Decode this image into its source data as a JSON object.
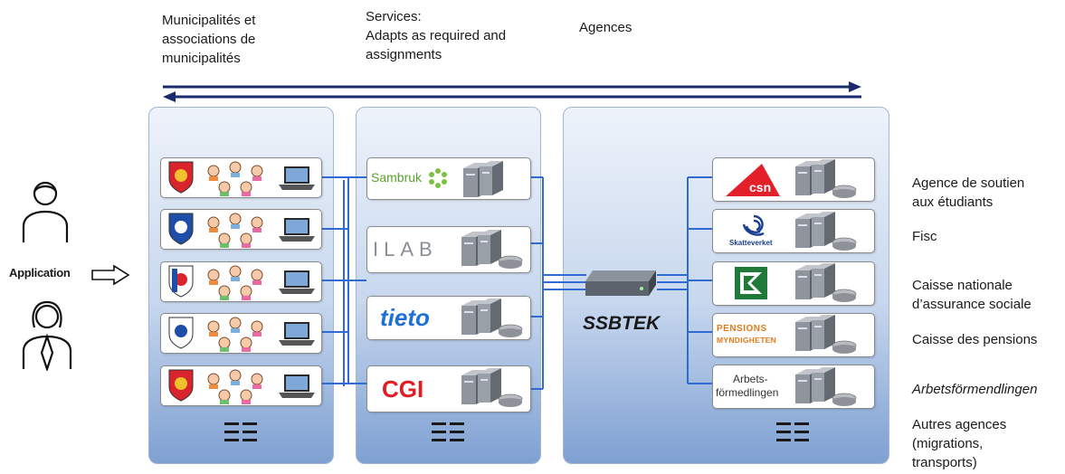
{
  "headers": {
    "municipalities": [
      "Municipalités et",
      "associations de",
      "municipalités"
    ],
    "services": [
      "Services:",
      "Adapts as required and",
      "assignments"
    ],
    "agencies": "Agences"
  },
  "left": {
    "application_label": "Application"
  },
  "center": {
    "hub_label": "SSBTEK"
  },
  "service_logos": {
    "sambruk": "Sambruk",
    "ilab": "ILAB",
    "tieto": "tieto",
    "cgi": "CGI"
  },
  "agency_logos": {
    "csn": "csn",
    "skatteverket": "Skatteverket",
    "pensions": [
      "PENSIONS",
      "MYNDIGHETEN"
    ],
    "arbets": [
      "Arbets-",
      "förmedlingen"
    ]
  },
  "agency_labels": [
    {
      "lines": [
        "Agence de soutien",
        "aux étudiants"
      ],
      "italic": false
    },
    {
      "lines": [
        "Fisc"
      ],
      "italic": false
    },
    {
      "lines": [
        "Caisse nationale",
        "d’assurance sociale"
      ],
      "italic": false
    },
    {
      "lines": [
        "Caisse des pensions"
      ],
      "italic": false
    },
    {
      "lines": [
        "Arbetsförmendlingen"
      ],
      "italic": true
    },
    {
      "lines": [
        "Autres agences",
        "(migrations,",
        "transports)"
      ],
      "italic": false
    }
  ],
  "colors": {
    "arrow": "#1a2a6c",
    "connector": "#2f6bd3",
    "panel_top": "#eef3fa",
    "panel_bottom": "#7ea0d2",
    "csn_red": "#e3202a",
    "fk_green": "#1f7a3a"
  }
}
